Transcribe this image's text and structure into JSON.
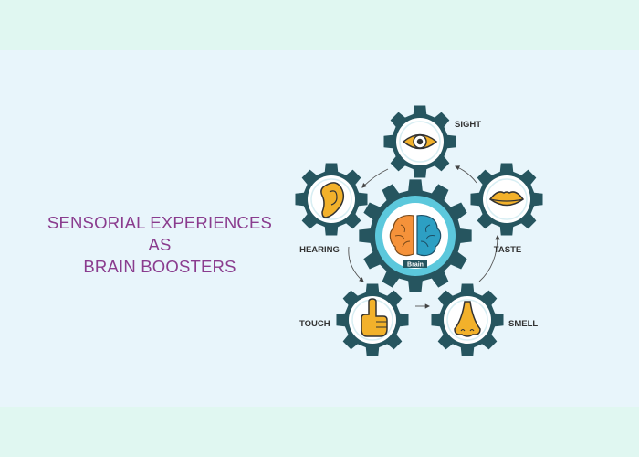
{
  "colors": {
    "background": "#e0f7f1",
    "panel": "#e8f5fb",
    "title": "#8a3c8e",
    "gear": "#26555f",
    "gear_ring": "#5cc8dc",
    "brain_left": "#f5923a",
    "brain_right": "#2d9fc3",
    "sense_icon": "#f2b12b"
  },
  "title": {
    "line1": "SENSORIAL EXPERIENCES AS",
    "line2": "BRAIN BOOSTERS"
  },
  "diagram": {
    "center": {
      "icon": "brain-icon",
      "label": "Brain"
    },
    "senses": [
      {
        "label": "SIGHT",
        "icon": "eye-icon"
      },
      {
        "label": "TASTE",
        "icon": "lips-icon"
      },
      {
        "label": "SMELL",
        "icon": "nose-icon"
      },
      {
        "label": "TOUCH",
        "icon": "pointing-hand-icon"
      },
      {
        "label": "HEARING",
        "icon": "ear-icon"
      }
    ]
  }
}
